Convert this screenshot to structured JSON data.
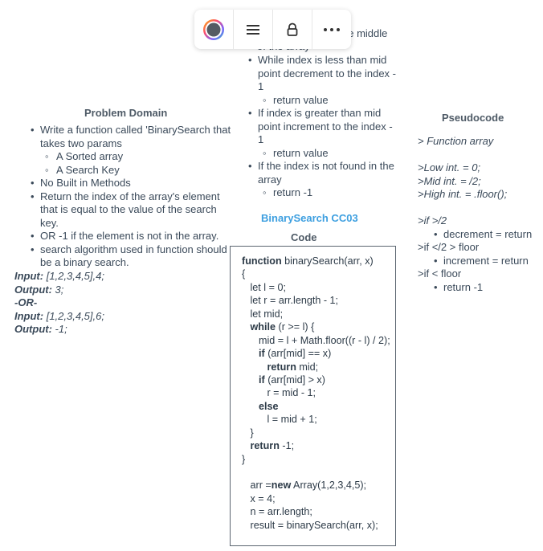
{
  "toolbar": {
    "items": [
      "color-icon",
      "menu-icon",
      "lock-icon",
      "more-icon"
    ]
  },
  "problem_domain": {
    "title": "Problem Domain",
    "items": [
      {
        "text": "Write a function called 'BinarySearch that takes two params",
        "sub": [
          "A Sorted array",
          "A Search Key"
        ]
      },
      {
        "text": "No Built in Methods"
      },
      {
        "text": "Return the index of the array's element that is equal to the value of the search key."
      },
      {
        "text": "OR -1 if the element is not in the array."
      },
      {
        "text": "search algorithm used in function should be a binary search."
      }
    ],
    "io": {
      "input1_label": "Input:",
      "input1_value": " [1,2,3,4,5],4;",
      "output1_label": "Output:",
      "output1_value": " 3;",
      "or": "-OR-",
      "input2_label": "Input:",
      "input2_value": " [1,2,3,4,5],6;",
      "output2_label": "Output:",
      "output2_value": " -1;"
    }
  },
  "middle": {
    "partial_top": "he middle",
    "partial_second": "of the array",
    "items": [
      {
        "text": "While index is less than mid point decrement to the index - 1",
        "sub": "return value"
      },
      {
        "text": "If index is greater than mid point increment to the index - 1",
        "sub": "return value"
      },
      {
        "text": "If the index is not found in the array",
        "sub": "return -1"
      }
    ],
    "cc03_title": "BinarySearch CC03",
    "code_title": "Code"
  },
  "code": {
    "lines": [
      [
        "function",
        " binarySearch(arr, x)"
      ],
      [
        "",
        "{"
      ],
      [
        "",
        "   let l = 0;"
      ],
      [
        "",
        "   let r = arr.length - 1;"
      ],
      [
        "",
        "   let mid;"
      ],
      [
        "   while",
        " (r >= l) {"
      ],
      [
        "",
        "      mid = l + Math.floor((r - l) / 2);"
      ],
      [
        "      if",
        " (arr[mid] == x)"
      ],
      [
        "         return",
        " mid;"
      ],
      [
        "      if",
        " (arr[mid] > x)"
      ],
      [
        "",
        "         r = mid - 1;"
      ],
      [
        "      else",
        ""
      ],
      [
        "",
        "         l = mid + 1;"
      ],
      [
        "",
        "   }"
      ],
      [
        "   return",
        " -1;"
      ],
      [
        "",
        "}"
      ],
      [
        "",
        ""
      ],
      [
        "",
        "   arr =|new| Array(1,2,3,4,5);"
      ],
      [
        "",
        "   x = 4;"
      ],
      [
        "",
        "   n = arr.length;"
      ],
      [
        "",
        "   result = binarySearch(arr, x);"
      ]
    ]
  },
  "pseudocode": {
    "title": "Pseudocode",
    "func": "> Function array",
    "low": ">Low int. = 0;",
    "mid": ">Mid  int. = /2;",
    "high": ">High int. = .floor();",
    "if1": ">if >/2",
    "if1_b": "decrement = return",
    "if2": ">if </2 > floor",
    "if2_b": "increment = return",
    "if3": ">if < floor",
    "if3_b": "return -1"
  },
  "colors": {
    "accent": "#3d9fe0",
    "text": "#3b4a5a",
    "border": "#5b6570"
  }
}
